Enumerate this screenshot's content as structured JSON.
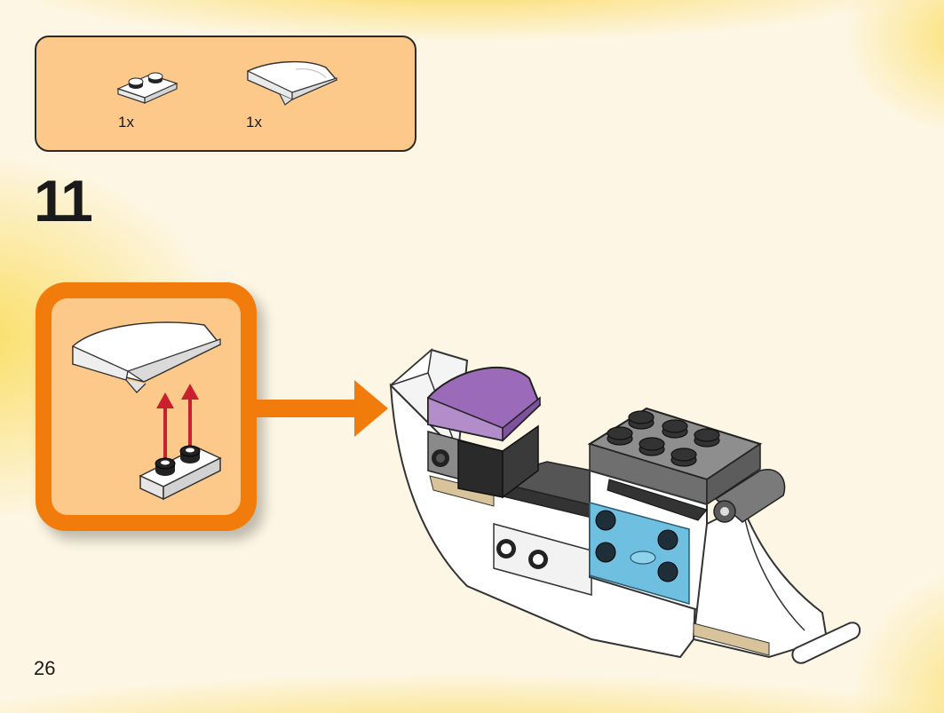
{
  "parts_list": {
    "items": [
      {
        "icon": "white-1x2-plate-icon",
        "quantity": "1x"
      },
      {
        "icon": "white-curved-slope-icon",
        "quantity": "1x"
      }
    ]
  },
  "step": {
    "number": "11"
  },
  "page": {
    "number": "26"
  },
  "colors": {
    "callout_frame": "#f17b0b",
    "panel_fill": "#fdc98a",
    "arrow_red": "#c8202e",
    "purple_slope": "#9b6bb9",
    "light_blue": "#6fc0e0",
    "tan_stripe": "#d9c39a"
  }
}
